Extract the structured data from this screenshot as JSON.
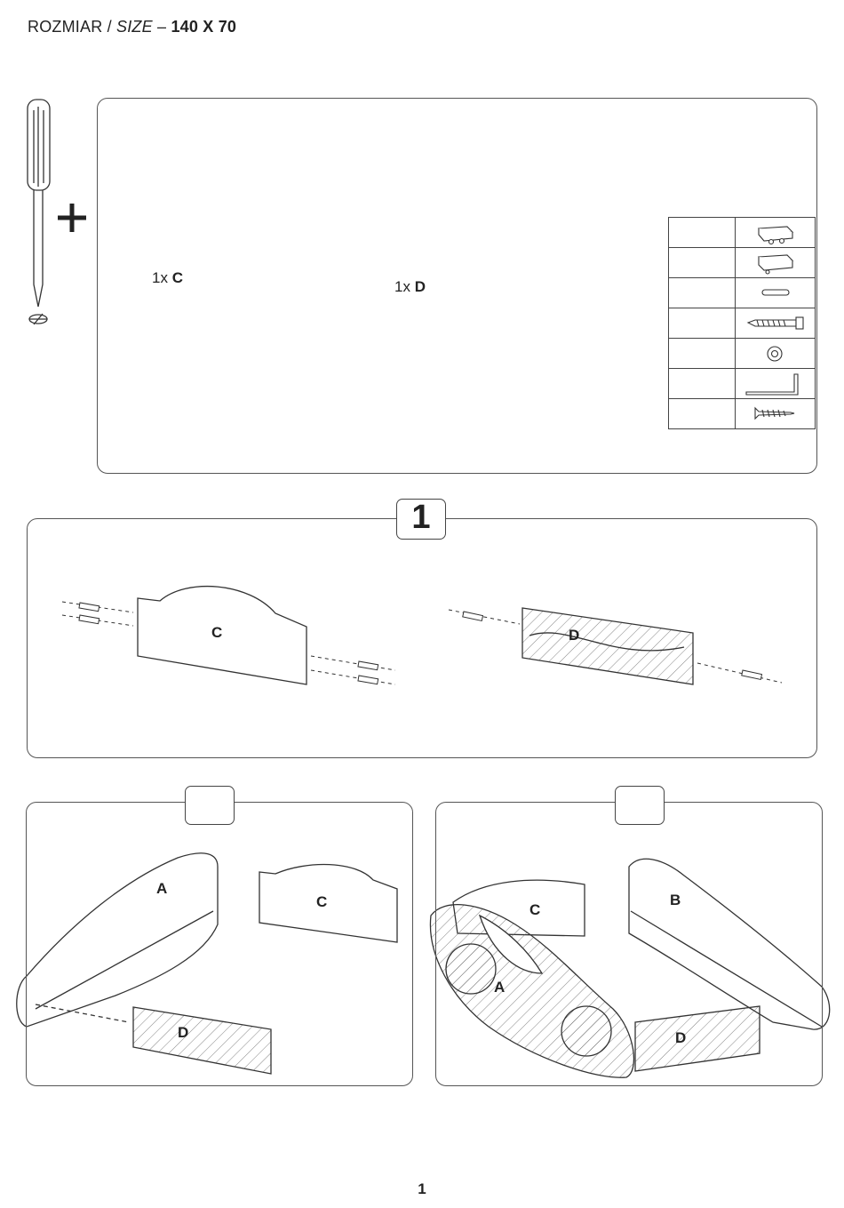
{
  "header": {
    "size_label": "ROZMIAR /",
    "size_label_en": "SIZE",
    "dash": "–",
    "size_value": "140 X 70"
  },
  "parts": {
    "c": {
      "qty": "1x",
      "letter": "C"
    },
    "d": {
      "qty": "1x",
      "letter": "D"
    }
  },
  "hardware": [
    {
      "count": "",
      "icon": "corner-bracket-icon"
    },
    {
      "count": "",
      "icon": "corner-bracket-icon"
    },
    {
      "count": "",
      "icon": "wooden-dowel-icon"
    },
    {
      "count": "",
      "icon": "confirmat-screw-icon"
    },
    {
      "count": "",
      "icon": "cam-nut-icon"
    },
    {
      "count": "",
      "icon": "allen-key-icon"
    },
    {
      "count": "",
      "icon": "wood-screw-icon"
    }
  ],
  "step1": {
    "number": "1",
    "panel_c_label": "C",
    "panel_d_label": "D"
  },
  "step2": {
    "number": "",
    "label_a": "A",
    "label_c": "C",
    "label_d": "D"
  },
  "step3": {
    "number": "",
    "label_b": "B",
    "label_c": "C",
    "label_a": "A",
    "label_d": "D"
  },
  "page_number": "1",
  "colors": {
    "line": "#333333",
    "border": "#555555",
    "hatch": "#555555"
  }
}
